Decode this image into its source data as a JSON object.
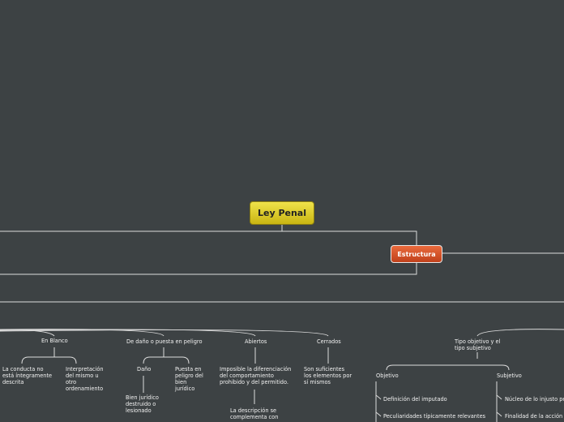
{
  "map": {
    "root": "Ley Penal",
    "estructura": "Estructura",
    "en_blanco": "En Blanco",
    "en_blanco_a": "La conducta no\nestá íntegramente\ndescrita",
    "en_blanco_b": "Interpretación\ndel mismo u\notro\nordenamiento",
    "dano_peligro": "De daño o puesta en peligro",
    "dano": "Daño",
    "dano_a": "Bien jurídico\ndestruido o\nlesionado",
    "peligro": "Puesta en\npeligro del\nbien\njurídico",
    "abiertos": "Abiertos",
    "abiertos_a": "Imposible la diferenciación\ndel comportamiento\nprohibido y del permitido.",
    "abiertos_b": "La descripción se\ncomplementa con",
    "cerrados": "Cerrados",
    "cerrados_a": "Son suficientes\nlos elementos por\nsí mismos",
    "tipo": "Tipo objetivo y el\ntipo subjetivo",
    "objetivo": "Objetivo",
    "obj_a": "Definición del imputado",
    "obj_b": "Peculiaridades típicamente relevantes",
    "subjetivo": "Subjetivo",
    "subj_a": "Núcleo de lo injusto pe",
    "subj_b": "Finalidad de la acción"
  }
}
